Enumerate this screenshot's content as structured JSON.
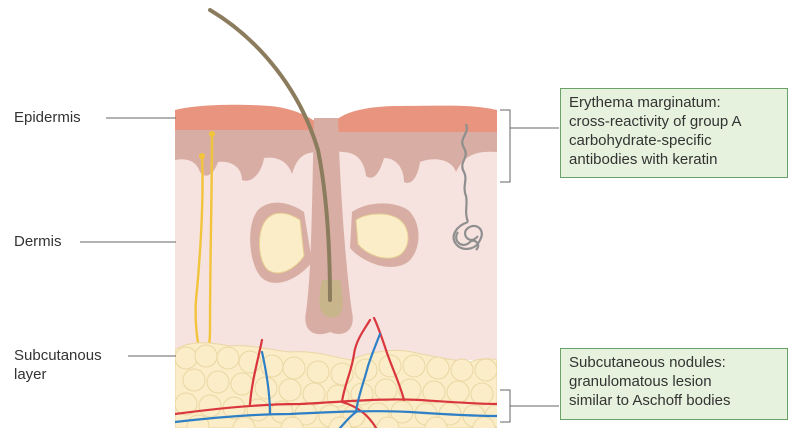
{
  "labels": {
    "epidermis": "Epidermis",
    "dermis": "Dermis",
    "subcutaneous_line1": "Subcutanous",
    "subcutaneous_line2": "layer"
  },
  "callouts": {
    "erythema": [
      "Erythema marginatum:",
      "cross-reactivity of group A",
      "carbohydrate-specific",
      "antibodies with keratin"
    ],
    "nodules": [
      "Subcutaneous nodules:",
      "granulomatous lesion",
      "similar to Aschoff bodies"
    ]
  },
  "colors": {
    "epidermis_top": "#e8947e",
    "epidermis_lower": "#d8aea4",
    "dermis": "#f6e2df",
    "fat": "#fbedc7",
    "hair": "#8c7c5e",
    "nerve": "#f2c43c",
    "artery": "#d9363e",
    "vein": "#2f7fc6",
    "callout_border": "#6aa36a",
    "callout_fill": "#e6f2dd"
  }
}
